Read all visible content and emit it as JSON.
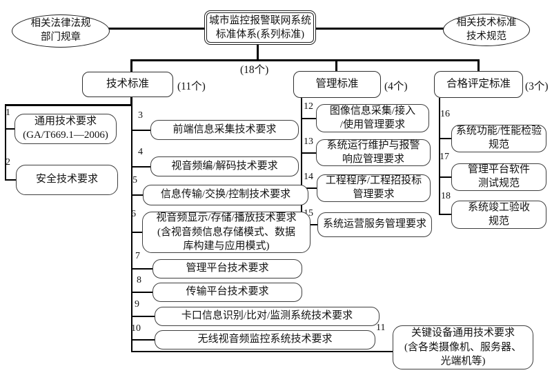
{
  "diagram": {
    "root": {
      "text": "城市监控报警联网系统\n标准体系(系列标准)"
    },
    "left_node": {
      "text": "相关法律法规\n部门规章"
    },
    "right_node": {
      "text": "相关技术标准\n技术规范"
    },
    "total_count": "(18个)",
    "categories": [
      {
        "label": "技术标准",
        "count": "(11个)"
      },
      {
        "label": "管理标准",
        "count": "(4个)"
      },
      {
        "label": "合格评定标准",
        "count": "(3个)"
      }
    ],
    "items": [
      {
        "no": "1",
        "text": "通用技术要求\n(GA/T669.1—2006)"
      },
      {
        "no": "2",
        "text": "安全技术要求"
      },
      {
        "no": "3",
        "text": "前端信息采集技术要求"
      },
      {
        "no": "4",
        "text": "视音频编/解码技术要求"
      },
      {
        "no": "5",
        "text": "信息传输/交换/控制技术要求"
      },
      {
        "no": "6",
        "text": "视音频显示/存储/播放技术要求\n(含视音频信息存储模式、数据\n库构建与应用模式)"
      },
      {
        "no": "7",
        "text": "管理平台技术要求"
      },
      {
        "no": "8",
        "text": "传输平台技术要求"
      },
      {
        "no": "9",
        "text": "卡口信息识别/比对/监测系统技术要求"
      },
      {
        "no": "10",
        "text": "无线视音频监控系统技术要求"
      },
      {
        "no": "11",
        "text": "关键设备通用技术要求\n(含各类摄像机、服务器、\n光端机等)"
      },
      {
        "no": "12",
        "text": "图像信息采集/接入\n/使用管理要求"
      },
      {
        "no": "13",
        "text": "系统运行维护与报警\n响应管理要求"
      },
      {
        "no": "14",
        "text": "工程程序/工程招投标\n管理要求"
      },
      {
        "no": "15",
        "text": "系统运营服务管理要求"
      },
      {
        "no": "16",
        "text": "系统功能/性能检验\n规范"
      },
      {
        "no": "17",
        "text": "管理平台软件\n测试规范"
      },
      {
        "no": "18",
        "text": "系统竣工验收\n规范"
      }
    ]
  }
}
